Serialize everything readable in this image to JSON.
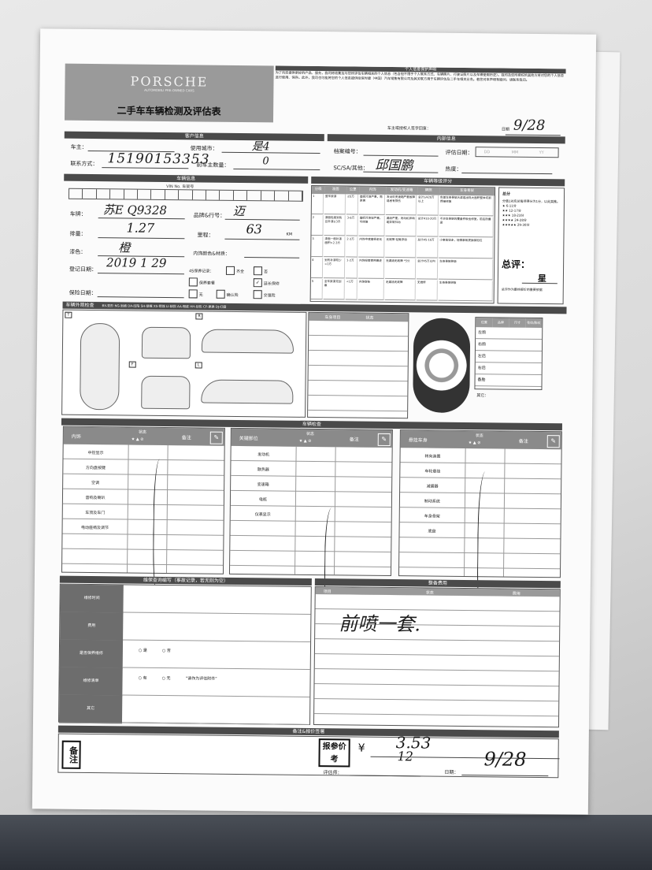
{
  "header": {
    "brand": "PORSCHE",
    "brand_sub": "AUTOMOBILI PRE-OWNED CARS",
    "form_title": "二手车车辆检测及评估表",
    "consent_title": "个人信息保护声明",
    "consent_text": "为了向您提供更好的产品、服务，我司将收集及与您所评估车辆相关的个人信息（包含但不限于个人联系方式、车辆照片、行驶证照片以及车辆使用历史）。我司及您所授权的其他方将对您的个人信息进行使用、保存。此外，我司也可能将您的个人信息提供给保时捷（中国）汽车销售有限公司及其关联方用于车辆评估及二手车相关业务。若您对本声明有疑问，请联系我司。",
    "owner_sign_label": "车主或授权人签字回复：",
    "date_label": "日期"
  },
  "sections": {
    "customer_info": "客户信息",
    "internal_info": "内部信息",
    "vehicle_info": "车辆信息",
    "vin_label": "VIN No. 车架号",
    "grade_title": "车辆等级评分",
    "exterior_check": "车辆外观检查",
    "exterior_legend": "BX-变形 NG-划痕 DA-凹陷 SH-烧痕 XS-锈蚀 LI-缺损 AA-瑕疵 HH-划伤 CF-更换 DJ-打磨",
    "vehicle_check": "车辆检查",
    "maintenance_title": "维保查询编写（事故记录，若无则为空）",
    "prep_cost_title": "整备费用",
    "remarks_quote_title": "备注&报价签署"
  },
  "customer": {
    "owner_label": "车主：",
    "city_label": "使用城市：",
    "city_value": "是4",
    "contact_label": "联系方式：",
    "contact_value": "15190153353",
    "prev_owners_label": "前车主数量：",
    "prev_owners_value": "0"
  },
  "internal": {
    "file_no_label": "档案编号：",
    "eval_date_label": "评估日期：",
    "date_placeholders": [
      "DD",
      "MM",
      "YY"
    ],
    "sc_label": "SC/SA/其他：",
    "sc_value": "邱国鹏",
    "heat_label": "热度："
  },
  "vehicle": {
    "plate_label": "车牌：",
    "plate_value": "苏E Q9328",
    "brand_label": "品牌&行号：",
    "brand_value": "迈",
    "displacement_label": "排量：",
    "displacement_value": "1.27",
    "mileage_label": "里程：",
    "mileage_value": "63",
    "mileage_unit": "KM",
    "color_label": "漆色：",
    "color_value": "橙",
    "interior_label": "内饰颜色&材质：",
    "reg_label": "登记日期：",
    "reg_value": "2019 1  29",
    "warranty_label": "保险日期：",
    "service_record_label": "4S保养记录：",
    "opt_full": "齐全",
    "opt_no": "否",
    "opt_manual": "保养套餐",
    "opt_extended": "延长保修",
    "opt_none": "无",
    "opt_reg": "确认险",
    "opt_commercial": "交强险"
  },
  "grade_table": {
    "headers": [
      "分级",
      "漆面",
      "公里",
      "内饰",
      "发动机/变速箱",
      "牌照",
      "车身骨架"
    ],
    "rows": [
      [
        "1",
        "整车原漆",
        "≤5万",
        "磨损污渍严重，需更换",
        "发动机变速箱严重故障或者有损伤",
        "总计≥¥20万以上",
        "色差车身骨架大梁或出现大面积整体切割焊接修复"
      ],
      [
        "2",
        "漆面轻度划伤且补漆≤3方",
        "3-6万",
        "磨损污渍较严重，可修复",
        "漏油严重，发动机异响或异常抖动",
        "总计¥10-20万",
        "不涉及骨架的覆盖件钣金修复，前后防撞梁"
      ],
      [
        "3",
        "漆面一般补漆面积>2-3方",
        "2-3万",
        "内饰中度磨损老化",
        "无故障 轻微渗油",
        "总计¥5-10万",
        "小事故较多，轻微事故更换保险杠"
      ],
      [
        "4",
        "划伤补漆较少<1方",
        "1-2万",
        "内饰轻度使用痕迹",
        "无漏油无故障 *5分",
        "总计¥5万以内",
        "车身骨架原版"
      ],
      [
        "5",
        "全车原漆无划痕",
        "<1万",
        "内饰崭新",
        "无漏油无故障",
        "无维修",
        "车身骨架原版"
      ]
    ],
    "evaluation_label": "总评：",
    "star_label": "星",
    "star_note": "总评作为最终报价的重要依据",
    "score_title": "总分",
    "score_rows": [
      "分值1对应总每项得分为1分，以此类推。",
      "★ 6-11分",
      "★★ 12-17分",
      "★★★ 18-23分",
      "★★★★ 24-28分",
      "★★★★★ 29-30分"
    ]
  },
  "exterior": {
    "view_labels": [
      "T",
      "R",
      "F",
      "L"
    ],
    "table_headers": [
      "车身项目",
      "状态"
    ],
    "tire_headers": [
      "位置",
      "品牌",
      "尺寸",
      "花纹/胎纹"
    ],
    "tire_positions": [
      "左前",
      "右前",
      "左后",
      "右后",
      "备胎"
    ],
    "other_label": "其它："
  },
  "checks": [
    {
      "title": "内饰",
      "status_label": "状态",
      "note_label": "备注",
      "items": [
        "中控显示",
        "方向盘按键",
        "空调",
        "音响及喇叭",
        "车顶及车门",
        "电动座椅及调节"
      ]
    },
    {
      "title": "关键部位",
      "status_label": "状态",
      "note_label": "备注",
      "items": [
        "发动机",
        "散热器",
        "变速箱",
        "电瓶",
        "仪表显示"
      ]
    },
    {
      "title": "悬挂车身",
      "status_label": "状态",
      "note_label": "备注",
      "items": [
        "转向装置",
        "车轮悬挂",
        "减震器",
        "制动系统",
        "车身骨架",
        "底盘"
      ]
    }
  ],
  "maintenance": {
    "rows": [
      "维修时间",
      "费用",
      "是否保养维修",
      "维修清单",
      "其它"
    ],
    "yes": "是",
    "no": "否",
    "has": "有",
    "none": "无",
    "note": "“请作为评估附件”"
  },
  "prep": {
    "headers": [
      "项目",
      "状态",
      "费用"
    ],
    "handwritten": "前喷一套."
  },
  "footer": {
    "remarks_label": "备注",
    "quote_label": "报参价考",
    "currency": "¥",
    "quote_value": "3.53",
    "quote_value2": "12",
    "appraiser_label": "评估师：",
    "date_label": "日期：",
    "date_value": "9/28",
    "top_date_value": "9/28"
  }
}
